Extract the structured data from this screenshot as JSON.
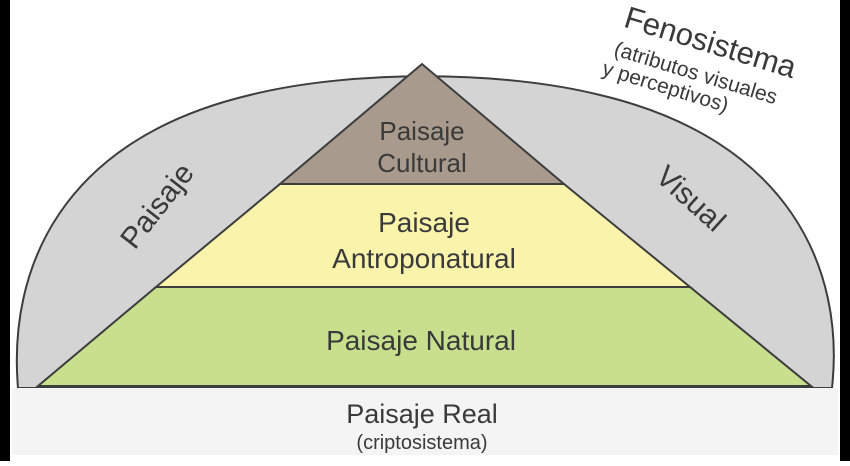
{
  "diagram": {
    "outer": {
      "title": "Fenosistema",
      "subtitle_line1": "(atributos visuales",
      "subtitle_line2": "y perceptivos)",
      "left_word": "Paisaje",
      "right_word": "Visual"
    },
    "levels": {
      "top_line1": "Paisaje",
      "top_line2": "Cultural",
      "middle_line1": "Paisaje",
      "middle_line2": "Antroponatural",
      "bottom": "Paisaje Natural"
    },
    "base": {
      "title": "Paisaje Real",
      "subtitle": "(criptosistema)"
    },
    "colors": {
      "dome": "#d4d4d4",
      "cultural": "#a89a8c",
      "antroponatural": "#faf3ab",
      "natural": "#c8df8e",
      "text": "#3a3a3a",
      "frame": "#000000"
    }
  }
}
